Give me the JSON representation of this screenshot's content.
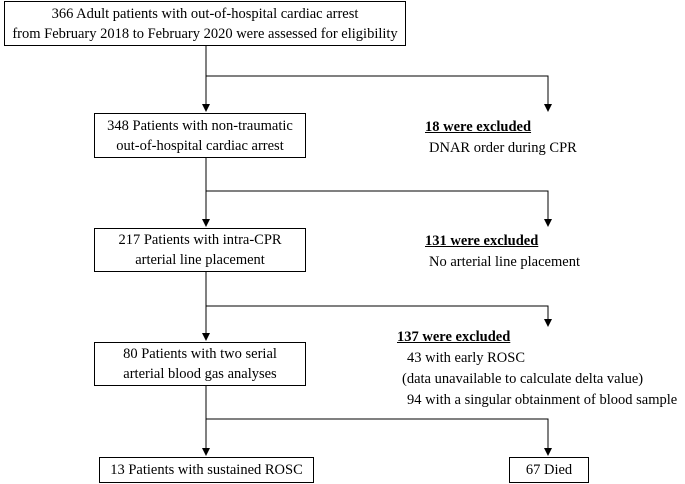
{
  "boxes": {
    "assessed": [
      "366 Adult patients with out-of-hospital cardiac arrest",
      "from February 2018 to February 2020 were assessed for eligibility"
    ],
    "nontraumatic": [
      "348 Patients with non-traumatic",
      "out-of-hospital cardiac arrest"
    ],
    "arterial_line": [
      "217 Patients with intra-CPR",
      "arterial line placement"
    ],
    "two_abga": [
      "80 Patients with two serial",
      "arterial blood gas analyses"
    ],
    "rosc": "13 Patients with sustained ROSC",
    "died": "67 Died"
  },
  "exclusions": {
    "first": {
      "head": "18 were excluded",
      "lines": [
        "DNAR order during CPR"
      ]
    },
    "second": {
      "head": "131 were excluded",
      "lines": [
        "No arterial line placement"
      ]
    },
    "third": {
      "head": "137 were excluded",
      "lines": [
        "43 with early ROSC",
        "(data unavailable to calculate delta value)",
        "94 with a singular obtainment of blood sample"
      ]
    }
  }
}
